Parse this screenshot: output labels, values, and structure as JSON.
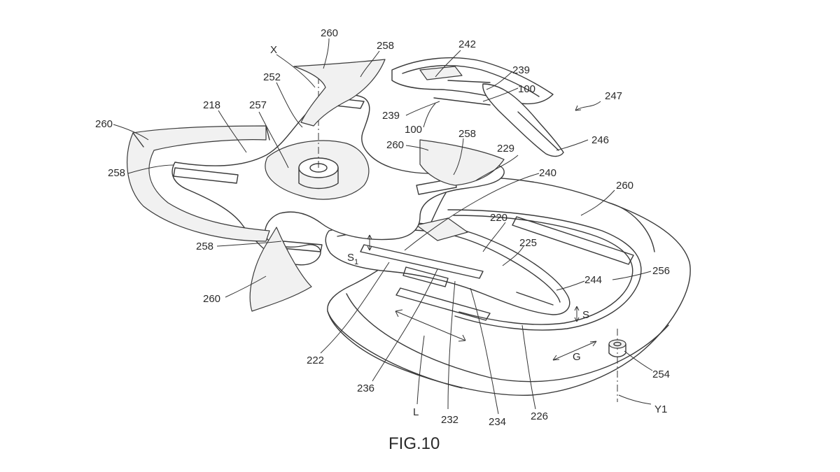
{
  "figure": {
    "caption": "FIG.10",
    "reference_numerals": [
      {
        "id": "n260a",
        "text": "260"
      },
      {
        "id": "n258a",
        "text": "258"
      },
      {
        "id": "nX",
        "text": "X"
      },
      {
        "id": "n252",
        "text": "252"
      },
      {
        "id": "n242",
        "text": "242"
      },
      {
        "id": "n239a",
        "text": "239"
      },
      {
        "id": "n100a",
        "text": "100"
      },
      {
        "id": "n247",
        "text": "247"
      },
      {
        "id": "n218",
        "text": "218"
      },
      {
        "id": "n257",
        "text": "257"
      },
      {
        "id": "n239b",
        "text": "239"
      },
      {
        "id": "n100b",
        "text": "100"
      },
      {
        "id": "n260b",
        "text": "260"
      },
      {
        "id": "n258b",
        "text": "258"
      },
      {
        "id": "n246",
        "text": "246"
      },
      {
        "id": "n260c",
        "text": "260"
      },
      {
        "id": "n229",
        "text": "229"
      },
      {
        "id": "n258c",
        "text": "258"
      },
      {
        "id": "n240",
        "text": "240"
      },
      {
        "id": "n260d",
        "text": "260"
      },
      {
        "id": "n220",
        "text": "220"
      },
      {
        "id": "n258d",
        "text": "258"
      },
      {
        "id": "n225",
        "text": "225"
      },
      {
        "id": "nS1",
        "text": "S"
      },
      {
        "id": "nS1sub",
        "text": "1"
      },
      {
        "id": "n256",
        "text": "256"
      },
      {
        "id": "n244",
        "text": "244"
      },
      {
        "id": "n260e",
        "text": "260"
      },
      {
        "id": "nS",
        "text": "S"
      },
      {
        "id": "nG",
        "text": "G"
      },
      {
        "id": "n254",
        "text": "254"
      },
      {
        "id": "n222",
        "text": "222"
      },
      {
        "id": "n236",
        "text": "236"
      },
      {
        "id": "nL",
        "text": "L"
      },
      {
        "id": "n232",
        "text": "232"
      },
      {
        "id": "n234",
        "text": "234"
      },
      {
        "id": "n226",
        "text": "226"
      },
      {
        "id": "nY1",
        "text": "Y1"
      }
    ]
  }
}
